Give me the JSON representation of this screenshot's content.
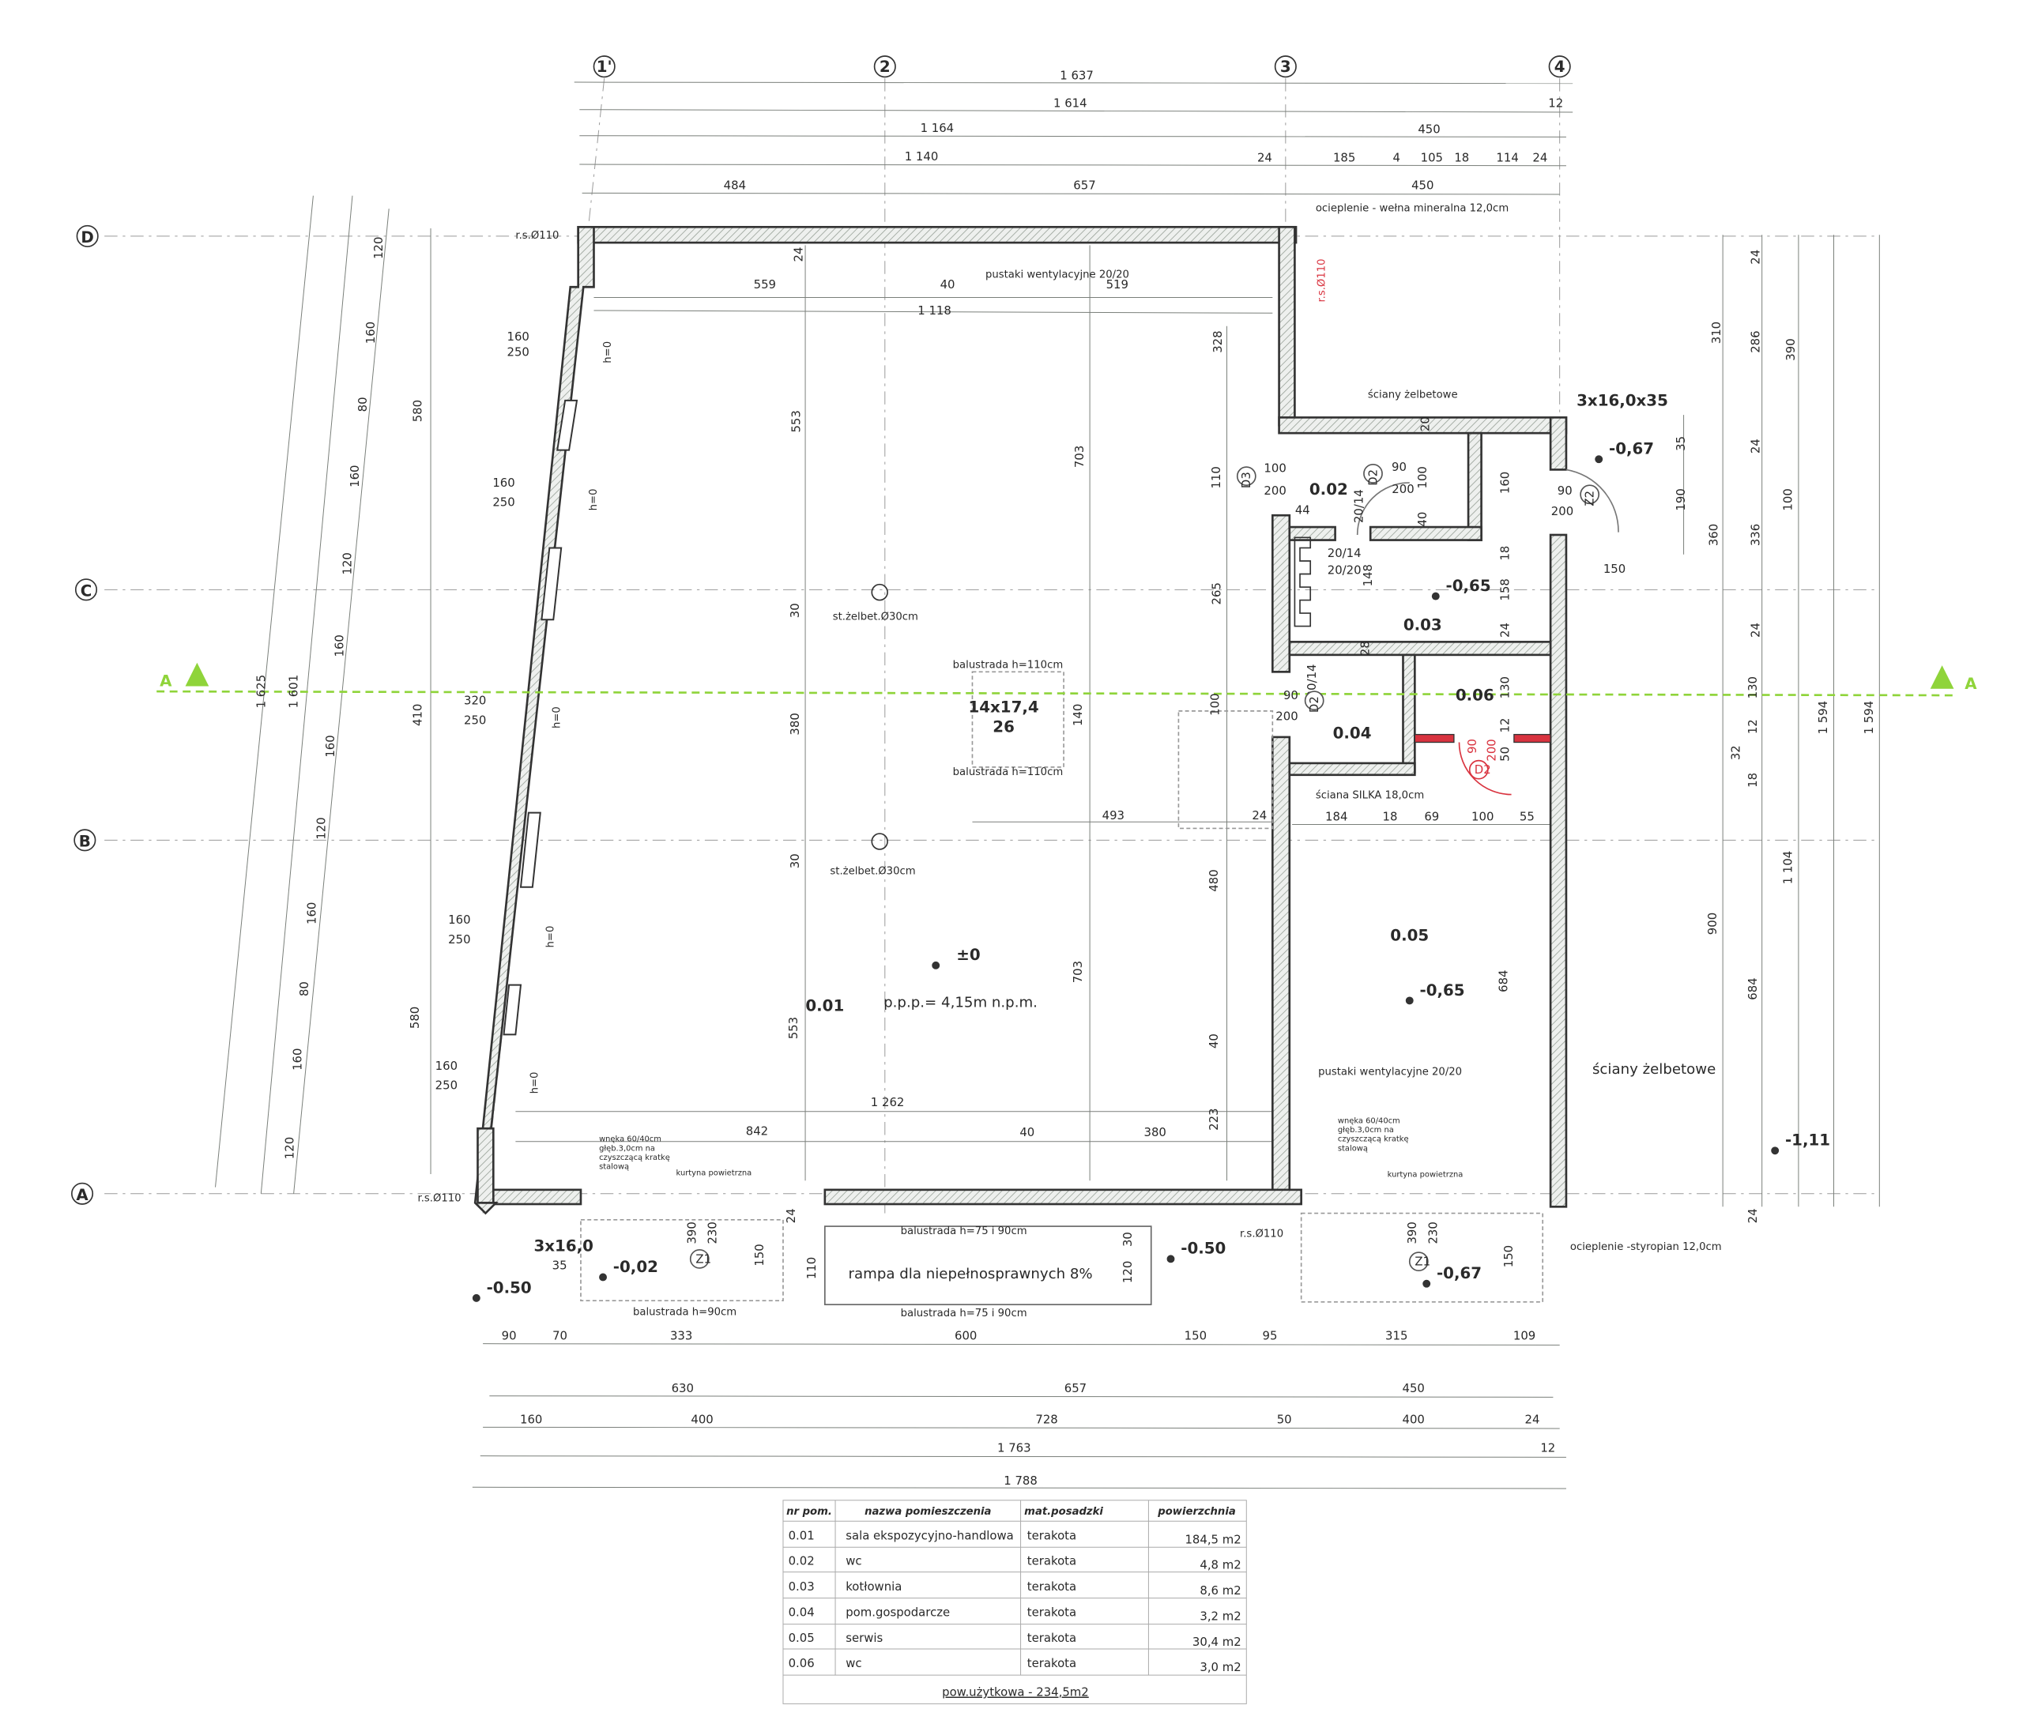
{
  "colors": {
    "wall": "#333333",
    "hatch": "#9aa39a",
    "section_line": "#8fd43a",
    "red_marks": "#d9333f",
    "dim_line": "#7a7f7a"
  },
  "grid": {
    "columns": [
      "1'",
      "2",
      "3",
      "4"
    ],
    "rows": [
      "D",
      "C",
      "B",
      "A"
    ],
    "section_mark": "A"
  },
  "dims_top": [
    "1 637",
    "1 614",
    "12",
    "1 164",
    "450",
    "1 140",
    "24",
    "185",
    "4",
    "105",
    "18",
    "114",
    "24",
    "484",
    "657",
    "450"
  ],
  "dims_bottom": [
    "90",
    "70",
    "333",
    "600",
    "150",
    "95",
    "315",
    "109",
    "630",
    "657",
    "450",
    "160",
    "400",
    "728",
    "50",
    "400",
    "24",
    "1 763",
    "12",
    "1 788"
  ],
  "dims_left": [
    "120",
    "160",
    "80",
    "160",
    "120",
    "160",
    "160",
    "120",
    "160",
    "80",
    "160",
    "120",
    "1 625",
    "1 601",
    "580",
    "410",
    "580"
  ],
  "windows": [
    {
      "w": "160",
      "h": "250",
      "sill": "h=0"
    },
    {
      "w": "160",
      "h": "250",
      "sill": "h=0"
    },
    {
      "w": "320",
      "h": "250",
      "sill": "h=0"
    },
    {
      "w": "160",
      "h": "250",
      "sill": "h=0"
    },
    {
      "w": "160",
      "h": "250",
      "sill": "h=0"
    }
  ],
  "dims_interior": [
    "24",
    "559",
    "40",
    "519",
    "1 118",
    "553",
    "30",
    "380",
    "30",
    "553",
    "703",
    "140",
    "703",
    "328",
    "265",
    "100",
    "480",
    "40",
    "223",
    "493",
    "24",
    "1 262",
    "842",
    "40",
    "380",
    "24",
    "110",
    "120",
    "30",
    "390",
    "230",
    "150",
    "390",
    "230",
    "150"
  ],
  "dims_annex": [
    "110",
    "100",
    "200",
    "90",
    "200",
    "100",
    "44",
    "20/14",
    "40",
    "20",
    "160",
    "90",
    "200",
    "18",
    "20/14",
    "20/20",
    "148",
    "158",
    "24",
    "28",
    "90",
    "200",
    "20/14",
    "130",
    "12",
    "50",
    "684",
    "150",
    "184",
    "18",
    "69",
    "100",
    "55"
  ],
  "dims_right": [
    "24",
    "310",
    "286",
    "390",
    "24",
    "35",
    "190",
    "360",
    "336",
    "100",
    "24",
    "130",
    "12",
    "32",
    "18",
    "1 104",
    "900",
    "684",
    "24",
    "1 594",
    "1 594"
  ],
  "door_tags": [
    "D3",
    "D2",
    "Z2",
    "D2",
    "D2",
    "Z1",
    "Z1"
  ],
  "red_dims": [
    "90",
    "200"
  ],
  "elevations": [
    "-0,67",
    "-0,65",
    "-0,65",
    "±0",
    "-1,11",
    "-0.50",
    "-0,02",
    "-0.50",
    "-0,67"
  ],
  "rooms": [
    "0.01",
    "0.02",
    "0.03",
    "0.04",
    "0.05",
    "0.06"
  ],
  "stair": {
    "steps": "14x17,4",
    "count": "26"
  },
  "notes": {
    "insulation_top": "ocieplenie - wełna mineralna 12,0cm",
    "insulation_bottom": "ocieplenie -styropian 12,0cm",
    "downpipe_1": "r.s.Ø110",
    "downpipe_2": "r.s.Ø110",
    "downpipe_3": "r.s.Ø110",
    "downpipe_red": "r.s.Ø110",
    "vent_1": "pustaki wentylacyjne 20/20",
    "vent_2": "pustaki wentylacyjne 20/20",
    "rc_walls_1": "ściany żelbetowe",
    "rc_walls_2": "ściany żelbetowe",
    "steps_right": "3x16,0x35",
    "column_1": "st.żelbet.Ø30cm",
    "column_2": "st.żelbet.Ø30cm",
    "balustrade_1": "balustrada h=110cm",
    "balustrade_2": "balustrada h=110cm",
    "silka_wall": "ściana SILKA 18,0cm",
    "floor_level": "p.p.p.= 4,15m n.p.m.",
    "recess_1": [
      "wnęka 60/40cm",
      "głęb.3,0cm na",
      "czyszczącą kratkę",
      "stalową"
    ],
    "recess_2": [
      "wnęka 60/40cm",
      "głęb.3,0cm na",
      "czyszczącą kratkę",
      "stalową"
    ],
    "air_curtain_1": "kurtyna powietrzna",
    "air_curtain_2": "kurtyna powietrzna",
    "ramp_balustrade_1": "balustrada h=75 i 90cm",
    "ramp_balustrade_2": "balustrada h=75 i 90cm",
    "ramp": "rampa dla niepełnosprawnych 8%",
    "balustrade_90": "balustrada h=90cm",
    "steps_left": "3x16,0",
    "steps_left_depth": "35"
  },
  "table": {
    "headers": [
      "nr pom.",
      "nazwa pomieszczenia",
      "mat.posadzki",
      "powierzchnia"
    ],
    "rows": [
      [
        "0.01",
        "sala ekspozycyjno-handlowa",
        "terakota",
        "184,5 m2"
      ],
      [
        "0.02",
        "wc",
        "terakota",
        "4,8 m2"
      ],
      [
        "0.03",
        "kotłownia",
        "terakota",
        "8,6 m2"
      ],
      [
        "0.04",
        "pom.gospodarcze",
        "terakota",
        "3,2 m2"
      ],
      [
        "0.05",
        "serwis",
        "terakota",
        "30,4 m2"
      ],
      [
        "0.06",
        "wc",
        "terakota",
        "3,0 m2"
      ]
    ],
    "total": "pow.użytkowa - 234,5m2"
  }
}
